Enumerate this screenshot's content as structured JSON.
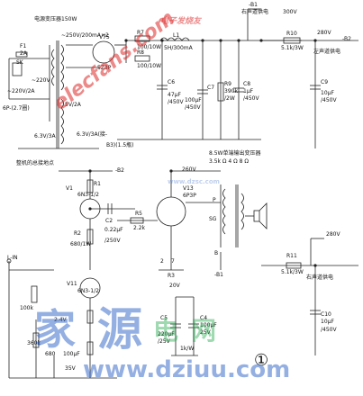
{
  "labels": {
    "power_transformer": "电源变压器150W",
    "f1": "F1",
    "f1_rating": "2A",
    "sk1": "SK",
    "mains": "~220V/2A",
    "mains_sub": "6P-(2.7圈)",
    "primary_v": "~220V",
    "sec_hv": "~250V/200mA×2",
    "sec_5v": "5V/2A",
    "sec_63v_a": "6.3V/3A",
    "sec_63v_b": "6.3V/3A(接-",
    "sec_63v_b2": "B3)(1.5瓶)",
    "ground_note": "整机的总接地点",
    "v75": "V75",
    "rect_tube": "5Z3P",
    "r7": "R7",
    "r7_val": "100/10W",
    "r8": "R8",
    "r8_val": "100/10W",
    "l1": "L1",
    "l1_val": "5H/300mA",
    "c6": "C6",
    "c6_val": "47μF",
    "c6_v": "/450V",
    "c7": "C7",
    "c7_val": "100μF",
    "c7_v": "/450V",
    "r9": "R9",
    "r9_val": "390k",
    "r9_w": "/2W",
    "c8": "C8",
    "c8_val": "1μF",
    "c8_v": "/450V",
    "b1": "-B1",
    "b1_note": "右声道供电",
    "v300": "300V",
    "r10": "R10",
    "r10_val": "5.1k/3W",
    "v280_top": "280V",
    "b2_top": "-B2",
    "b2_note": "左声道供电",
    "c9": "C9",
    "c9_val": "10μF",
    "c9_v": "/450V",
    "b2_mid": "-B2",
    "out_transformer": "8.5W单端输出变压器",
    "out_taps": "3.5k Ω  4  Ω  8  Ω",
    "v260": "260V",
    "v1": "V1",
    "v1_type": "6N3-1/2",
    "r1": "R1",
    "r2": "R2",
    "r2_val": "680/1W",
    "c2": "C2",
    "c2_val": "0.22μF",
    "c2_v": "/250V",
    "r5": "R5",
    "r5_val": "2.2k",
    "v13": "V13",
    "v13_type": "6P3P",
    "p": "P",
    "sg": "SG",
    "b": "B",
    "pin2": "2",
    "pin7": "7",
    "r3": "R3",
    "b1_bottom": "-B1",
    "v280_bot": "280V",
    "r11": "R11",
    "r11_val": "5.1k/3W",
    "right_supply": "右声道供电",
    "c10": "C10",
    "c10_val": "10μF",
    "c10_v": "/450V",
    "lin": "L-IN",
    "v11": "V11",
    "v11_type": "6N3-1/2",
    "r_bot1": "100k",
    "v24": "2.4V",
    "r_bot2": "360k",
    "r_bot3": "680",
    "c_bot": "100μF",
    "v35": "35V",
    "v20": "20V",
    "c5": "C5",
    "c5_val": "220μF",
    "c5_v": "/25V",
    "c4": "C4",
    "c4_val": "100μF",
    "c4_v": "25V",
    "r7b": "1k/W",
    "fig": "①",
    "wm_elecfans": "elecfans.com",
    "wm_elecfans_sub": "电子发烧友",
    "wm_dzsc": "www.dzsc.com",
    "wm_cn1": "家",
    "wm_cn2": "源",
    "wm_cn3": "电",
    "wm_cn4": "网",
    "wm_dziuu": "www.dziuu.com"
  }
}
